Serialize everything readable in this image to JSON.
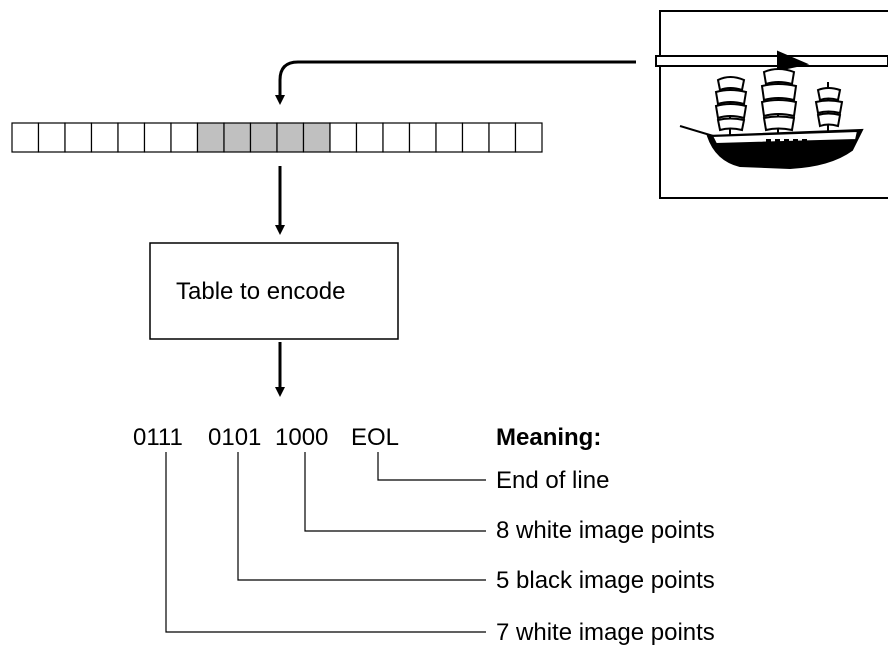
{
  "encoder_box": {
    "label": "Table to encode"
  },
  "pixel_row": {
    "cell_count": 20,
    "shaded_cells": [
      7,
      8,
      9,
      10,
      11
    ],
    "white_color": "#ffffff",
    "shaded_color": "#c0c0c0"
  },
  "codes": {
    "items": [
      "0111",
      "0101",
      "1000",
      "EOL"
    ]
  },
  "meanings": {
    "title": "Meaning:",
    "items": [
      "End of line",
      "8 white image points",
      "5 black image points",
      "7 white image points"
    ]
  },
  "image_source": {
    "icon": "sailing-ship-icon"
  }
}
